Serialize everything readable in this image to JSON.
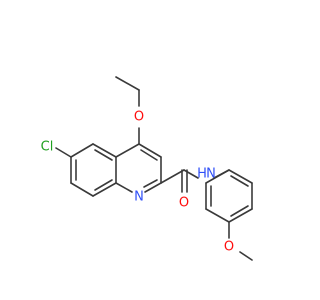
{
  "colors": {
    "background": "#ffffff",
    "bond": "#3a3a3a",
    "carbon": "#3a3a3a",
    "oxygen": "#ff0d0d",
    "nitrogen": "#3050f8",
    "chlorine": "#1fa01f",
    "hydrogen": "#3050f8"
  },
  "molecule": {
    "atoms": {
      "cl": {
        "label": "Cl",
        "element": "chlorine"
      },
      "o_ethoxy": {
        "label": "O",
        "element": "oxygen"
      },
      "n_ring": {
        "label": "N",
        "element": "nitrogen"
      },
      "o_carbonyl": {
        "label": "O",
        "element": "oxygen"
      },
      "n_amide": {
        "label": "N",
        "element": "nitrogen"
      },
      "h_amide": {
        "label": "H",
        "element": "hydrogen"
      },
      "o_methoxy": {
        "label": "O",
        "element": "oxygen"
      }
    }
  }
}
